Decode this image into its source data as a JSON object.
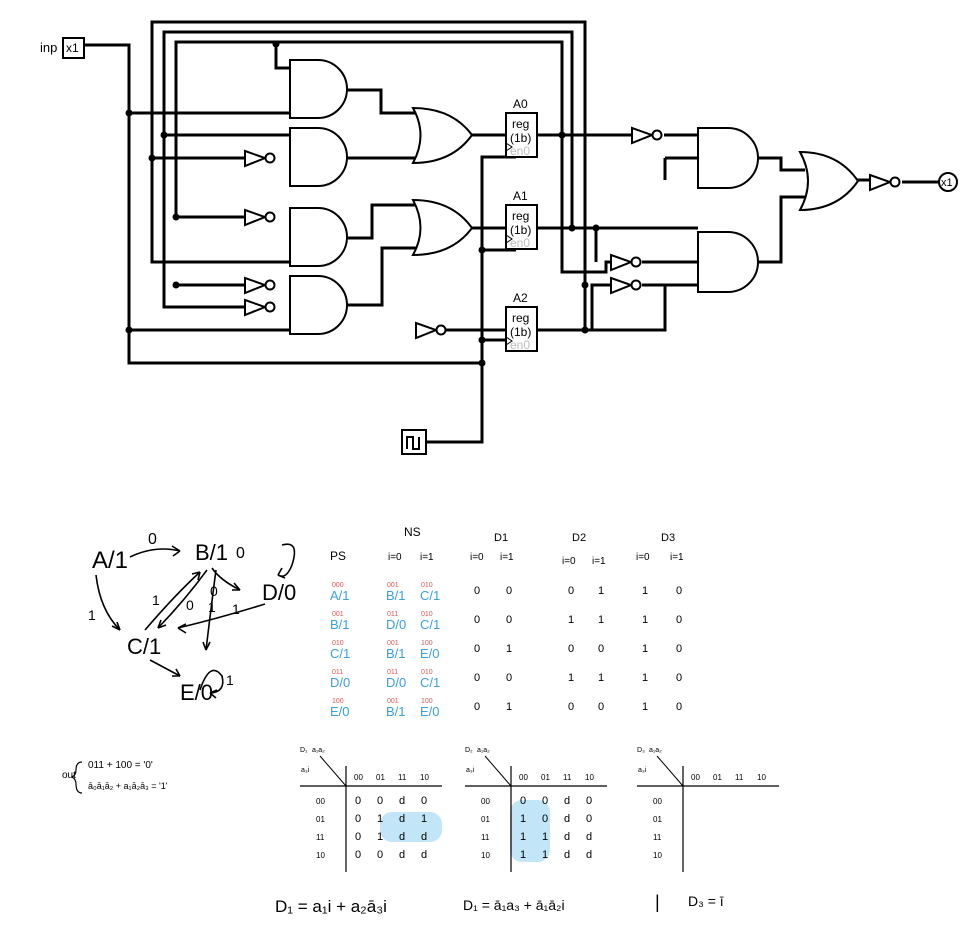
{
  "circuit": {
    "input_label": "inp",
    "input_value": "x1",
    "output_value": "x1",
    "registers": [
      {
        "name": "A0",
        "line1": "reg",
        "line2": "(1b)",
        "line3": "en0"
      },
      {
        "name": "A1",
        "line1": "reg",
        "line2": "(1b)",
        "line3": "en0"
      },
      {
        "name": "A2",
        "line1": "reg",
        "line2": "(1b)",
        "line3": "en0"
      }
    ]
  },
  "notes": {
    "state_diagram": {
      "states": [
        "A/1",
        "B/1",
        "C/1",
        "D/0",
        "E/0"
      ],
      "edge_labels": [
        "0",
        "0",
        "1",
        "1",
        "0",
        "1",
        "0",
        "1",
        "1"
      ]
    },
    "table": {
      "ns_header": "NS",
      "d_headers": [
        "D1",
        "D2",
        "D3"
      ],
      "col_ps": "PS",
      "col_i0": "i=0",
      "col_i1": "i=1",
      "rows": [
        {
          "code": "000",
          "ps": "A/1",
          "n0c": "001",
          "n0": "B/1",
          "n1c": "010",
          "n1": "C/1",
          "d1": [
            "0",
            "0"
          ],
          "d2": [
            "0",
            "1"
          ],
          "d3": [
            "1",
            "0"
          ]
        },
        {
          "code": "001",
          "ps": "B/1",
          "n0c": "011",
          "n0": "D/0",
          "n1c": "010",
          "n1": "C/1",
          "d1": [
            "0",
            "0"
          ],
          "d2": [
            "1",
            "1"
          ],
          "d3": [
            "1",
            "0"
          ]
        },
        {
          "code": "010",
          "ps": "C/1",
          "n0c": "001",
          "n0": "B/1",
          "n1c": "100",
          "n1": "E/0",
          "d1": [
            "0",
            "1"
          ],
          "d2": [
            "0",
            "0"
          ],
          "d3": [
            "1",
            "0"
          ]
        },
        {
          "code": "011",
          "ps": "D/0",
          "n0c": "011",
          "n0": "D/0",
          "n1c": "010",
          "n1": "C/1",
          "d1": [
            "0",
            "0"
          ],
          "d2": [
            "1",
            "1"
          ],
          "d3": [
            "1",
            "0"
          ]
        },
        {
          "code": "100",
          "ps": "E/0",
          "n0c": "001",
          "n0": "B/1",
          "n1c": "100",
          "n1": "E/0",
          "d1": [
            "0",
            "1"
          ],
          "d2": [
            "0",
            "0"
          ],
          "d3": [
            "1",
            "0"
          ]
        }
      ]
    },
    "out_eq": {
      "label": "out",
      "line1": "011 + 100 = '0'",
      "line2": "ā₀ā₁ā₂ + a₁ā₂ā₃ = '1'"
    },
    "kmaps": [
      {
        "title": "D₁",
        "row_var": "a₃i",
        "col_var": "a₁a₂",
        "cols": [
          "00",
          "01",
          "11",
          "10"
        ],
        "rows": [
          "00",
          "01",
          "11",
          "10"
        ],
        "cells": [
          [
            "0",
            "0",
            "d",
            "0"
          ],
          [
            "0",
            "1",
            "d",
            "1"
          ],
          [
            "0",
            "1",
            "d",
            "d"
          ],
          [
            "0",
            "0",
            "d",
            "d"
          ]
        ]
      },
      {
        "title": "D₂",
        "row_var": "a₃i",
        "col_var": "a₁a₂",
        "cols": [
          "00",
          "01",
          "11",
          "10"
        ],
        "rows": [
          "00",
          "01",
          "11",
          "10"
        ],
        "cells": [
          [
            "0",
            "0",
            "d",
            "0"
          ],
          [
            "1",
            "0",
            "d",
            "0"
          ],
          [
            "1",
            "1",
            "d",
            "d"
          ],
          [
            "1",
            "1",
            "d",
            "d"
          ]
        ]
      },
      {
        "title": "D₃",
        "row_var": "a₃i",
        "col_var": "a₁a₂",
        "cols": [
          "00",
          "01",
          "11",
          "10"
        ],
        "rows": [
          "00",
          "01",
          "11",
          "10"
        ],
        "cells": [
          [
            "",
            "",
            "",
            ""
          ],
          [
            "",
            "",
            "",
            ""
          ],
          [
            "",
            "",
            "",
            ""
          ],
          [
            "",
            "",
            "",
            ""
          ]
        ]
      }
    ],
    "equations": [
      "D₁ = a₁i + a₂ā₃i",
      "D₁ = ā₁a₃ + ā₁ā₂i",
      "|",
      "D₃ = ī"
    ]
  }
}
